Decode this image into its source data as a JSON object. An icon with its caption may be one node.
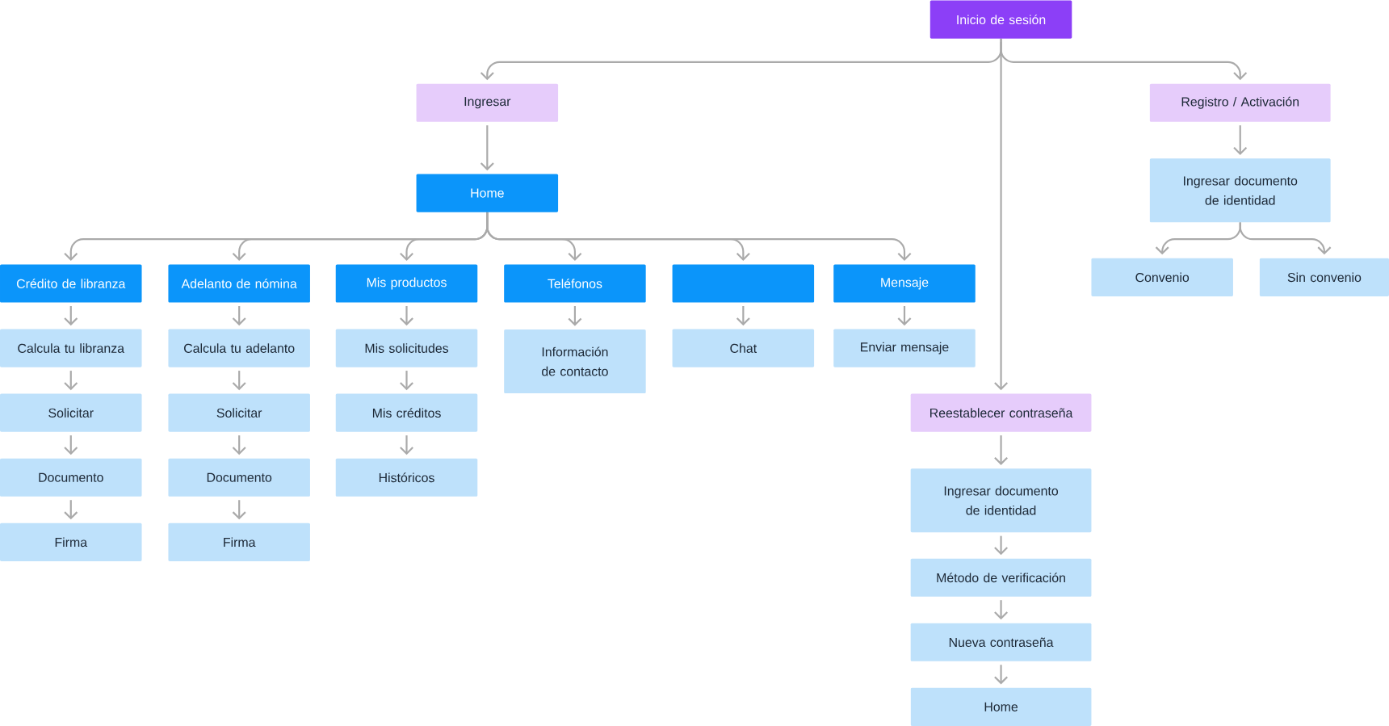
{
  "diagram": {
    "nodes": [
      {
        "text": [
          "Inicio de sesión"
        ]
      },
      {
        "text": [
          "Ingresar"
        ]
      },
      {
        "text": [
          "Registro / Activación"
        ]
      },
      {
        "text": [
          "Home"
        ]
      },
      {
        "text": [
          "Crédito de libranza"
        ]
      },
      {
        "text": [
          "Adelanto de nómina"
        ]
      },
      {
        "text": [
          "Mis productos"
        ]
      },
      {
        "text": [
          "Teléfonos"
        ]
      },
      {
        "text": [],
        "shape": "box"
      },
      {
        "text": [
          "Mensaje"
        ]
      },
      {
        "text": [
          "Calcula tu libranza"
        ]
      },
      {
        "text": [
          "Solicitar"
        ]
      },
      {
        "text": [
          "Documento"
        ]
      },
      {
        "text": [
          "Firma"
        ]
      },
      {
        "text": [
          "Calcula tu adelanto"
        ]
      },
      {
        "text": [
          "Solicitar"
        ]
      },
      {
        "text": [
          "Documento"
        ]
      },
      {
        "text": [
          "Firma"
        ]
      },
      {
        "text": [
          "Mis solicitudes"
        ]
      },
      {
        "text": [
          "Mis créditos"
        ]
      },
      {
        "text": [
          "Históricos"
        ]
      },
      {
        "text": [
          "Información de contacto"
        ]
      },
      {
        "text": [
          "Chat"
        ]
      },
      {
        "text": [
          "Enviar mensaje"
        ]
      },
      {
        "text": [
          "Ingresar documento de identidad"
        ]
      },
      {
        "text": [
          "Convenio"
        ]
      },
      {
        "text": [
          "Sin convenio"
        ]
      },
      {
        "text": [
          "Reestablecer contraseña"
        ]
      },
      {
        "text": [
          "Ingresar documento de identidad"
        ]
      },
      {
        "text": [
          "Método de verificación"
        ]
      },
      {
        "text": [
          "Nueva contraseña"
        ]
      },
      {
        "text": [
          "Home"
        ]
      }
    ],
    "edges": [
      {
        "from": 0,
        "to": 1,
        "arrow": "to"
      },
      {
        "from": 0,
        "to": 2,
        "arrow": "to"
      },
      {
        "from": 0,
        "to": 27,
        "arrow": "to"
      },
      {
        "from": 1,
        "to": 3,
        "arrow": "to"
      },
      {
        "from": 3,
        "to": 4,
        "arrow": "to"
      },
      {
        "from": 3,
        "to": 5,
        "arrow": "to"
      },
      {
        "from": 3,
        "to": 6,
        "arrow": "to"
      },
      {
        "from": 3,
        "to": 7,
        "arrow": "to"
      },
      {
        "from": 3,
        "to": 8,
        "arrow": "to"
      },
      {
        "from": 3,
        "to": 9,
        "arrow": "to"
      },
      {
        "from": 4,
        "to": 10,
        "arrow": "to"
      },
      {
        "from": 10,
        "to": 11,
        "arrow": "to"
      },
      {
        "from": 11,
        "to": 12,
        "arrow": "to"
      },
      {
        "from": 12,
        "to": 13,
        "arrow": "to"
      },
      {
        "from": 5,
        "to": 14,
        "arrow": "to"
      },
      {
        "from": 14,
        "to": 15,
        "arrow": "to"
      },
      {
        "from": 15,
        "to": 16,
        "arrow": "to"
      },
      {
        "from": 16,
        "to": 17,
        "arrow": "to"
      },
      {
        "from": 6,
        "to": 18,
        "arrow": "to"
      },
      {
        "from": 18,
        "to": 19,
        "arrow": "to"
      },
      {
        "from": 19,
        "to": 20,
        "arrow": "to"
      },
      {
        "from": 7,
        "to": 21,
        "arrow": "to"
      },
      {
        "from": 8,
        "to": 22,
        "arrow": "to"
      },
      {
        "from": 9,
        "to": 23,
        "arrow": "to"
      },
      {
        "from": 2,
        "to": 24,
        "arrow": "to"
      },
      {
        "from": 24,
        "to": 25,
        "arrow": "to"
      },
      {
        "from": 24,
        "to": 26,
        "arrow": "to"
      },
      {
        "from": 27,
        "to": 28,
        "arrow": "to"
      },
      {
        "from": 28,
        "to": 29,
        "arrow": "to"
      },
      {
        "from": 29,
        "to": 30,
        "arrow": "to"
      },
      {
        "from": 30,
        "to": 31,
        "arrow": "to"
      }
    ]
  }
}
